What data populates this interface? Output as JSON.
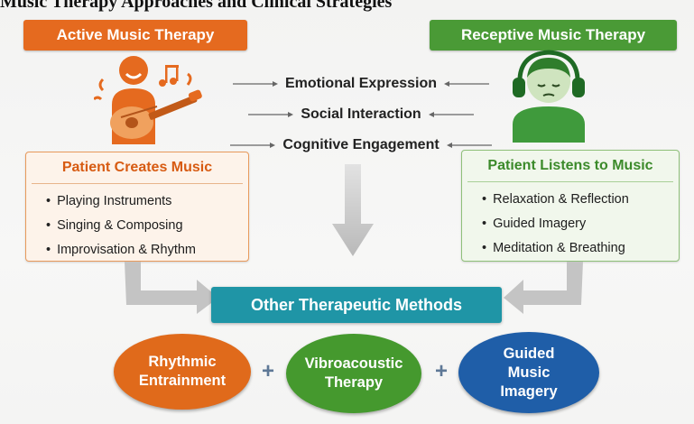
{
  "header": {
    "title": "Music Therapy Approaches and Clinical Strategies"
  },
  "active": {
    "banner": "Active Music Therapy",
    "box_title": "Patient Creates Music",
    "items": [
      "Playing Instruments",
      "Singing & Composing",
      "Improvisation & Rhythm"
    ]
  },
  "receptive": {
    "banner": "Receptive Music Therapy",
    "box_title": "Patient Listens to Music",
    "items": [
      "Relaxation & Reflection",
      "Guided Imagery",
      "Meditation & Breathing"
    ]
  },
  "effects": [
    "Emotional Expression",
    "Social Interaction",
    "Cognitive Engagement"
  ],
  "methods": {
    "title": "Other Therapeutic Methods",
    "items": [
      {
        "lines": [
          "Rhythmic",
          "Entrainment"
        ]
      },
      {
        "lines": [
          "Vibroacoustic",
          "Therapy"
        ]
      },
      {
        "lines": [
          "Guided",
          "Music",
          "Imagery"
        ]
      }
    ],
    "joiner": "+"
  },
  "colors": {
    "active": "#e56a1f",
    "receptive": "#4a9a36",
    "methods": "#1f95a6",
    "imagery": "#1f5ea8"
  }
}
